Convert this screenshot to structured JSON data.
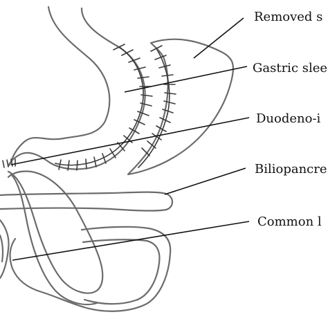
{
  "labels": {
    "removed_stomach": "Removed s",
    "gastric_sleeve": "Gastric slee",
    "duodeno_ileostomy": "Duodeno-i",
    "biliopancreatic_limb": "Biliopancre",
    "common_limb": "Common l"
  },
  "colors": {
    "outline": "#6b6b6b",
    "staple_line": "#3a3a3a",
    "leader_line": "#111111",
    "background": "#ffffff"
  }
}
